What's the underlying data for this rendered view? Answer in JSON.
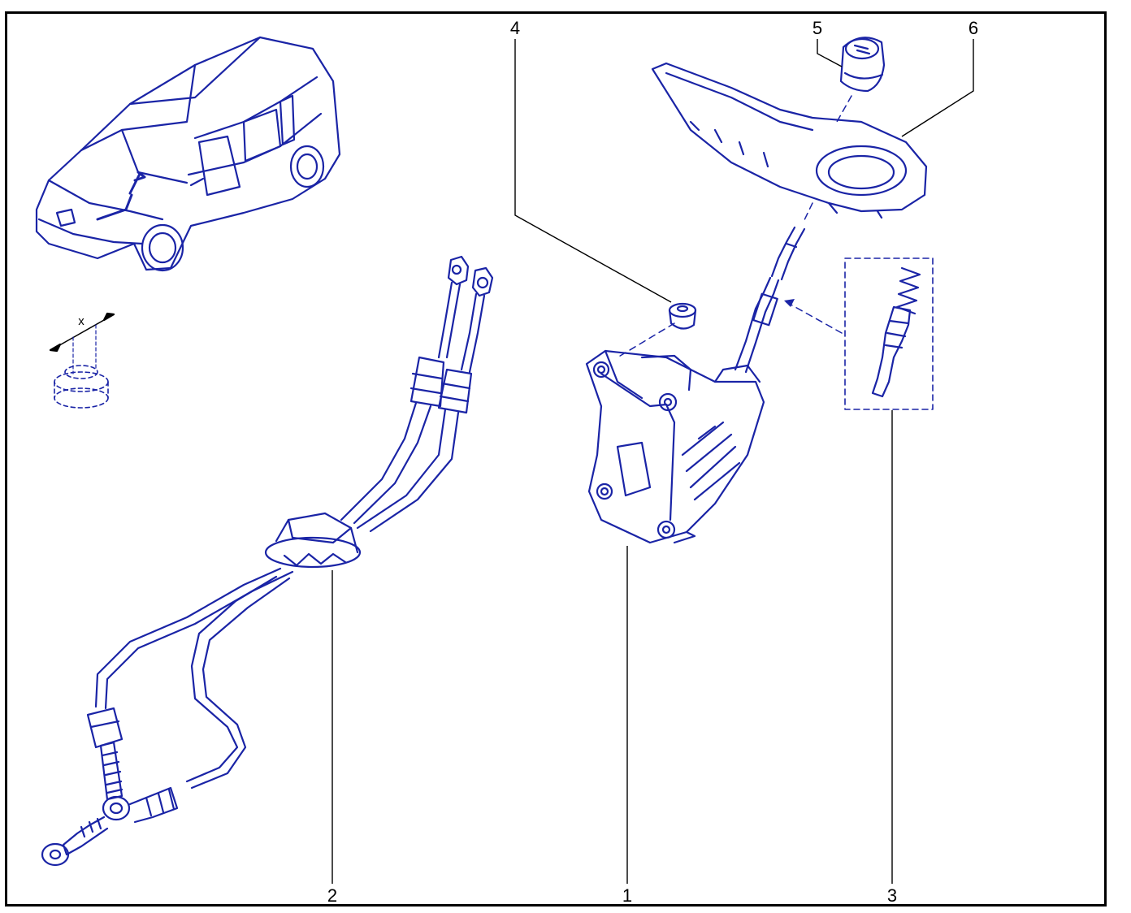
{
  "callouts": {
    "c1": "1",
    "c2": "2",
    "c3": "3",
    "c4": "4",
    "c5": "5",
    "c6": "6"
  },
  "dimension_symbol": "x",
  "colors": {
    "line_art": "#1a24a6",
    "leader": "#000000",
    "frame": "#000000",
    "background": "#ffffff"
  },
  "parts": [
    {
      "ref": "1",
      "icon": "gear-lever-housing-icon"
    },
    {
      "ref": "2",
      "icon": "gear-control-cables-icon"
    },
    {
      "ref": "3",
      "icon": "spring-and-pin-kit-icon"
    },
    {
      "ref": "4",
      "icon": "bushing-icon"
    },
    {
      "ref": "5",
      "icon": "gear-knob-icon"
    },
    {
      "ref": "6",
      "icon": "console-trim-bezel-icon"
    }
  ]
}
